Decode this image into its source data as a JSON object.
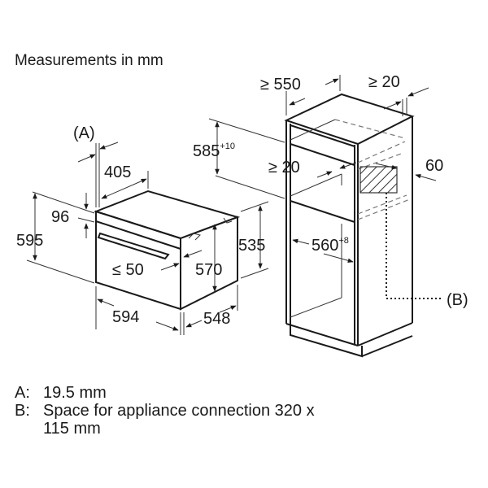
{
  "title": "Measurements in mm",
  "oven": {
    "label_a": "(A)",
    "depth_top": "405",
    "panel_height": "96",
    "height": "595",
    "door_gap": "≤ 50",
    "body_height": "570",
    "width": "594",
    "depth": "548"
  },
  "cabinet": {
    "depth_min": "≥ 550",
    "rear_gap": "≥ 20",
    "vent_depth": "60",
    "niche_height": "585",
    "niche_height_tol": "+10",
    "shelf_gap": "≥ 20",
    "front_height": "535",
    "niche_width": "560",
    "niche_width_tol": "+8",
    "label_b": "(B)"
  },
  "legend": [
    {
      "key": "A:",
      "text": "19.5 mm"
    },
    {
      "key": "B:",
      "text": "Space for appliance connection 320 x",
      "text2": "115 mm"
    }
  ]
}
